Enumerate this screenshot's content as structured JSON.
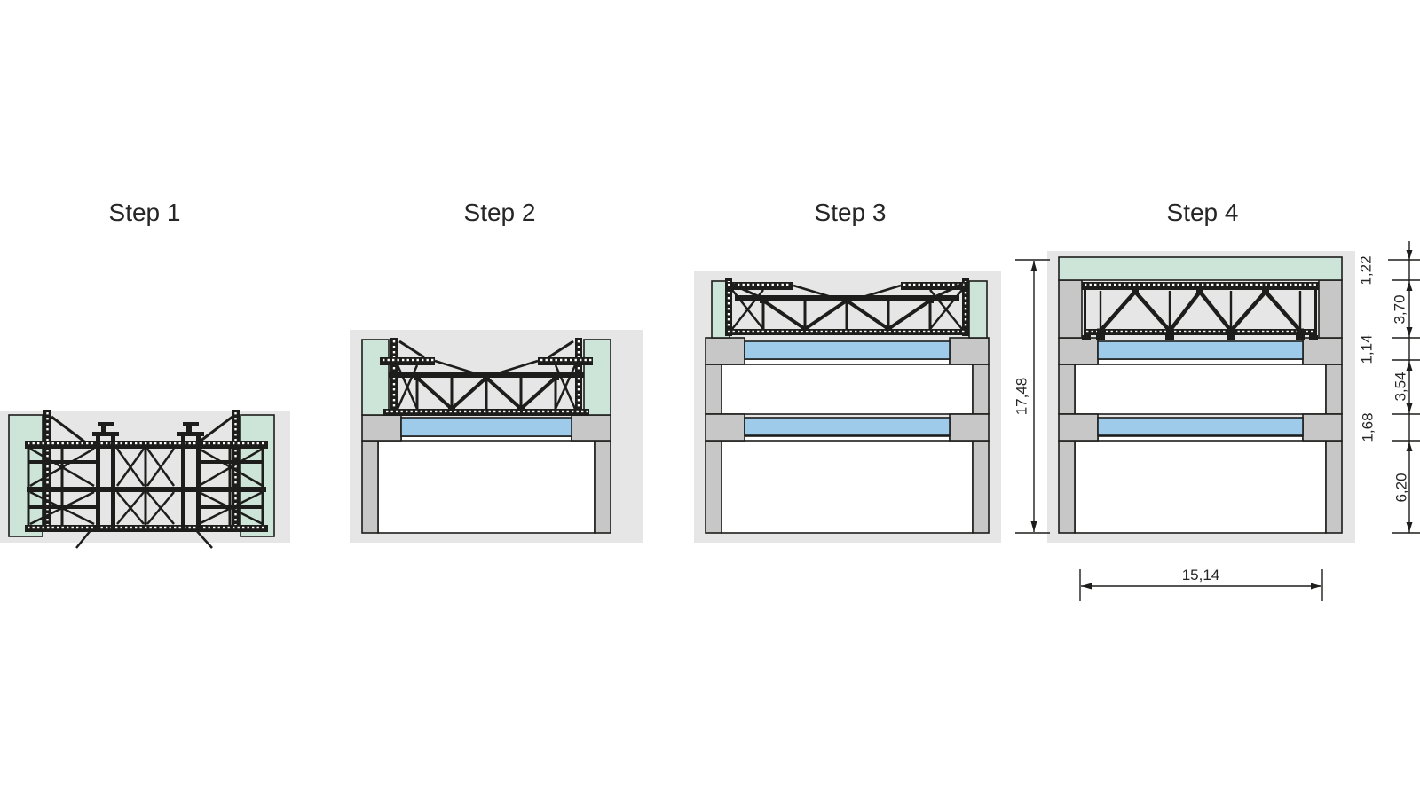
{
  "figure": {
    "steps": [
      {
        "label": "Step 1"
      },
      {
        "label": "Step 2"
      },
      {
        "label": "Step 3"
      },
      {
        "label": "Step 4"
      }
    ],
    "dimensions": {
      "overall_height": "17,48",
      "overall_width": "15,14",
      "right_chain": [
        "1,22",
        "3,70",
        "1,14",
        "3,54",
        "1,68",
        "6,20"
      ]
    },
    "colors": {
      "page_background": "#ffffff",
      "backdrop_gray": "#e6e6e6",
      "concrete_gray": "#c6c7c6",
      "slab_blue": "#9ecbe9",
      "wall_green": "#cde5d9",
      "line_black": "#1d1d1b",
      "text_color": "#262626"
    }
  }
}
